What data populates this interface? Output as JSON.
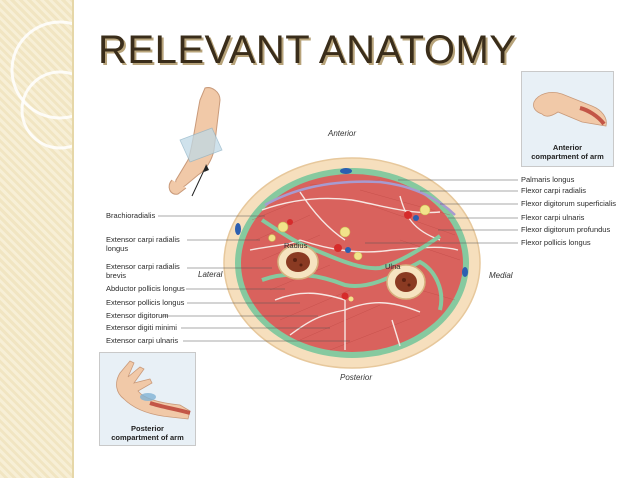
{
  "title": "RELEVANT ANATOMY",
  "directions": {
    "anterior": "Anterior",
    "posterior": "Posterior",
    "lateral": "Lateral",
    "medial": "Medial"
  },
  "bone_labels": {
    "radius": "Radius",
    "ulna": "Ulna"
  },
  "labels_right": [
    "Palmaris longus",
    "Flexor carpi radialis",
    "Flexor digitorum superficialis",
    "Flexor carpi ulnaris",
    "Flexor digitorum profundus",
    "Flexor pollicis longus"
  ],
  "labels_left": [
    "Brachioradialis",
    "Extensor carpi radialis longus",
    "Extensor carpi radialis brevis",
    "Abductor pollicis longus",
    "Extensor pollicis longus",
    "Extensor digitorum",
    "Extensor digiti minimi",
    "Extensor carpi ulnaris"
  ],
  "inset_anterior": {
    "line1": "Anterior",
    "line2": "compartment of arm"
  },
  "inset_posterior": {
    "line1": "Posterior",
    "line2": "compartment of arm"
  },
  "colors": {
    "muscle": "#d9625d",
    "fascia": "#7fc79a",
    "skin": "#f4d9b3",
    "bone": "#b8553a",
    "nerve": "#f2e38a",
    "vessel_red": "#d62b2b",
    "vessel_blue": "#2c5fb0",
    "band": "#f3e8c8"
  }
}
